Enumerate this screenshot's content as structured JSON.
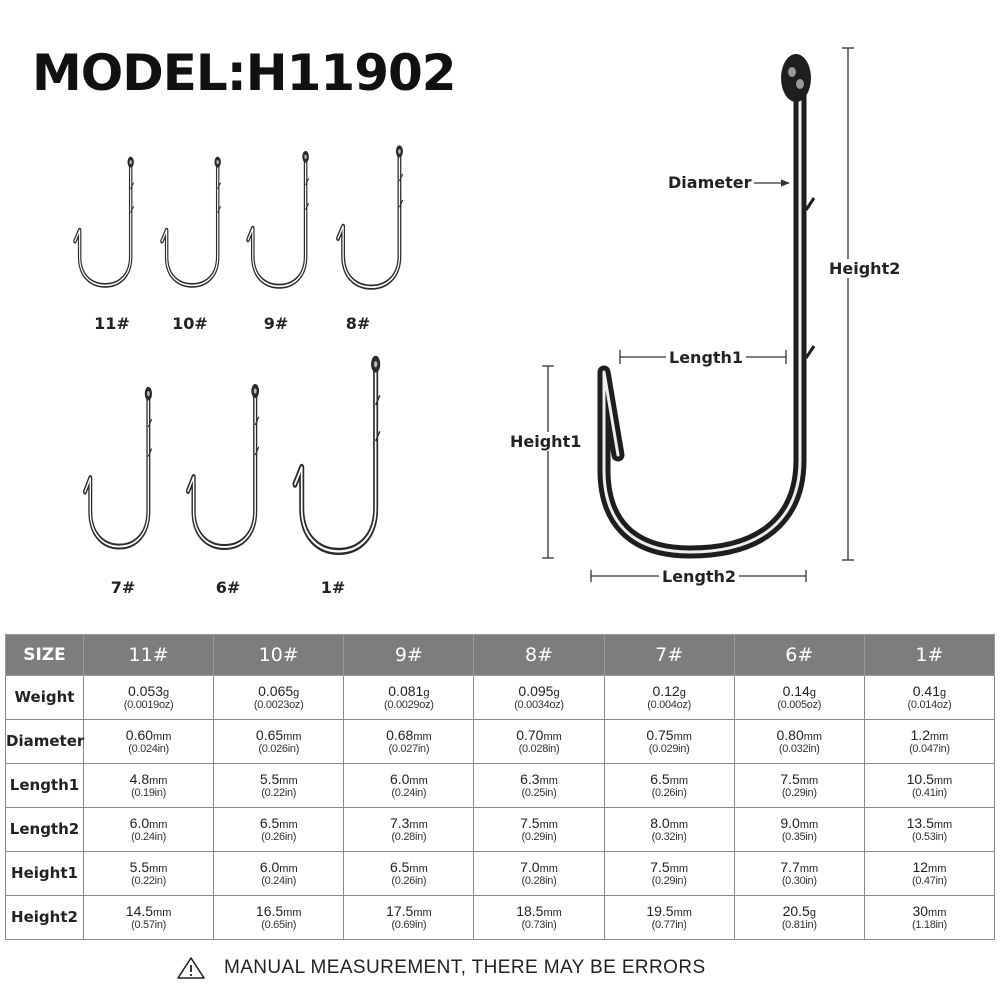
{
  "title": "MODEL:H11902",
  "hook_sizes": [
    "11#",
    "10#",
    "9#",
    "8#",
    "7#",
    "6#",
    "1#"
  ],
  "diagram_labels": {
    "diameter": "Diameter",
    "height2": "Height2",
    "length1": "Length1",
    "height1": "Height1",
    "length2": "Length2"
  },
  "table": {
    "size_header": "SIZE",
    "columns": [
      "11#",
      "10#",
      "9#",
      "8#",
      "7#",
      "6#",
      "1#"
    ],
    "rows": [
      {
        "label": "Weight",
        "cells": [
          {
            "main": "0.053",
            "unit": "g",
            "sub": "(0.0019oz)"
          },
          {
            "main": "0.065",
            "unit": "g",
            "sub": "(0.0023oz)"
          },
          {
            "main": "0.081",
            "unit": "g",
            "sub": "(0.0029oz)"
          },
          {
            "main": "0.095",
            "unit": "g",
            "sub": "(0.0034oz)"
          },
          {
            "main": "0.12",
            "unit": "g",
            "sub": "(0.004oz)"
          },
          {
            "main": "0.14",
            "unit": "g",
            "sub": "(0.005oz)"
          },
          {
            "main": "0.41",
            "unit": "g",
            "sub": "(0.014oz)"
          }
        ]
      },
      {
        "label": "Diameter",
        "cells": [
          {
            "main": "0.60",
            "unit": "mm",
            "sub": "(0.024in)"
          },
          {
            "main": "0.65",
            "unit": "mm",
            "sub": "(0.026in)"
          },
          {
            "main": "0.68",
            "unit": "mm",
            "sub": "(0.027in)"
          },
          {
            "main": "0.70",
            "unit": "mm",
            "sub": "(0.028in)"
          },
          {
            "main": "0.75",
            "unit": "mm",
            "sub": "(0.029in)"
          },
          {
            "main": "0.80",
            "unit": "mm",
            "sub": "(0.032in)"
          },
          {
            "main": "1.2",
            "unit": "mm",
            "sub": "(0.047in)"
          }
        ]
      },
      {
        "label": "Length1",
        "cells": [
          {
            "main": "4.8",
            "unit": "mm",
            "sub": "(0.19in)"
          },
          {
            "main": "5.5",
            "unit": "mm",
            "sub": "(0.22in)"
          },
          {
            "main": "6.0",
            "unit": "mm",
            "sub": "(0.24in)"
          },
          {
            "main": "6.3",
            "unit": "mm",
            "sub": "(0.25in)"
          },
          {
            "main": "6.5",
            "unit": "mm",
            "sub": "(0.26in)"
          },
          {
            "main": "7.5",
            "unit": "mm",
            "sub": "(0.29in)"
          },
          {
            "main": "10.5",
            "unit": "mm",
            "sub": "(0.41in)"
          }
        ]
      },
      {
        "label": "Length2",
        "cells": [
          {
            "main": "6.0",
            "unit": "mm",
            "sub": "(0.24in)"
          },
          {
            "main": "6.5",
            "unit": "mm",
            "sub": "(0.26in)"
          },
          {
            "main": "7.3",
            "unit": "mm",
            "sub": "(0.28in)"
          },
          {
            "main": "7.5",
            "unit": "mm",
            "sub": "(0.29in)"
          },
          {
            "main": "8.0",
            "unit": "mm",
            "sub": "(0.32in)"
          },
          {
            "main": "9.0",
            "unit": "mm",
            "sub": "(0.35in)"
          },
          {
            "main": "13.5",
            "unit": "mm",
            "sub": "(0.53in)"
          }
        ]
      },
      {
        "label": "Height1",
        "cells": [
          {
            "main": "5.5",
            "unit": "mm",
            "sub": "(0.22in)"
          },
          {
            "main": "6.0",
            "unit": "mm",
            "sub": "(0.24in)"
          },
          {
            "main": "6.5",
            "unit": "mm",
            "sub": "(0.26in)"
          },
          {
            "main": "7.0",
            "unit": "mm",
            "sub": "(0.28in)"
          },
          {
            "main": "7.5",
            "unit": "mm",
            "sub": "(0.29in)"
          },
          {
            "main": "7.7",
            "unit": "mm",
            "sub": "(0.30in)"
          },
          {
            "main": "12",
            "unit": "mm",
            "sub": "(0.47in)"
          }
        ]
      },
      {
        "label": "Height2",
        "cells": [
          {
            "main": "14.5",
            "unit": "mm",
            "sub": "(0.57in)"
          },
          {
            "main": "16.5",
            "unit": "mm",
            "sub": "(0.65in)"
          },
          {
            "main": "17.5",
            "unit": "mm",
            "sub": "(0.69in)"
          },
          {
            "main": "18.5",
            "unit": "mm",
            "sub": "(0.73in)"
          },
          {
            "main": "19.5",
            "unit": "mm",
            "sub": "(0.77in)"
          },
          {
            "main": "20.5",
            "unit": "g",
            "sub": "(0.81in)"
          },
          {
            "main": "30",
            "unit": "mm",
            "sub": "(1.18in)"
          }
        ]
      }
    ]
  },
  "disclaimer": "MANUAL MEASUREMENT, THERE MAY BE ERRORS",
  "icons": {
    "disclaimer": "warning-triangle-icon"
  },
  "colors": {
    "header_bg": "#7d7d7d",
    "hook_metal": "#2b2b2b",
    "text": "#222222"
  }
}
